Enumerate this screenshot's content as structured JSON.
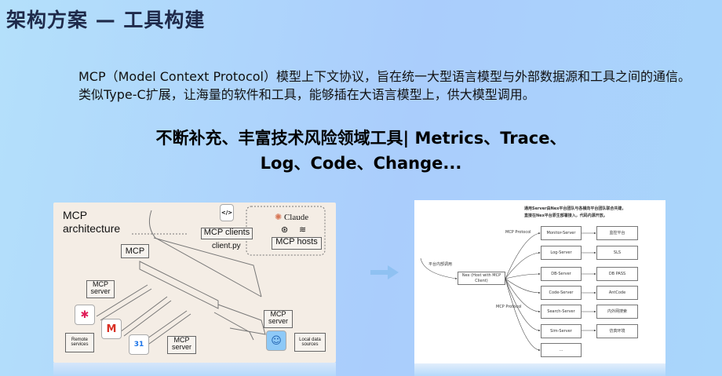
{
  "slide": {
    "title": "架构方案 — 工具构建",
    "intro": "MCP（Model Context Protocol）模型上下文协议，旨在统一大型语言模型与外部数据源和工具之间的通信。类似Type-C扩展，让海量的软件和工具，能够插在大语言模型上，供大模型调用。",
    "headline_line1": "不断补充、丰富技术风险领域工具| Metrics、Trace、",
    "headline_line2": "Log、Code、Change..."
  },
  "left_diagram": {
    "title_line1": "MCP",
    "title_line2": "architecture",
    "mcp": "MCP",
    "mcp_clients": "MCP clients",
    "client_file": "client.py",
    "claude": "Claude",
    "mcp_hosts": "MCP hosts",
    "server1": "MCP server",
    "server2": "MCP server",
    "server3": "MCP server",
    "remote": "Remote services",
    "local": "Local data sources",
    "calendar_num": "31"
  },
  "right_diagram": {
    "note_line1": "通用Server由Nex平台团队与各横向平台团队联合共建，",
    "note_line2": "直接在Nex平台原生部署接入，代码内源开放。",
    "internal_call": "平台内部调用",
    "host": "Nex (Host with MCP Client)",
    "protocol_top": "MCP Protocol",
    "protocol_bottom": "MCP Protocol",
    "rows": [
      {
        "server": "Monitor-Server",
        "target": "监控平台"
      },
      {
        "server": "Log-Server",
        "target": "SLS"
      },
      {
        "server": "DB-Server",
        "target": "DB PASS"
      },
      {
        "server": "Code-Server",
        "target": "AntCode"
      },
      {
        "server": "Search-Server",
        "target": "内外网搜索"
      },
      {
        "server": "Sim-Server",
        "target": "仿真环境"
      },
      {
        "server": "...",
        "target": null
      }
    ]
  }
}
